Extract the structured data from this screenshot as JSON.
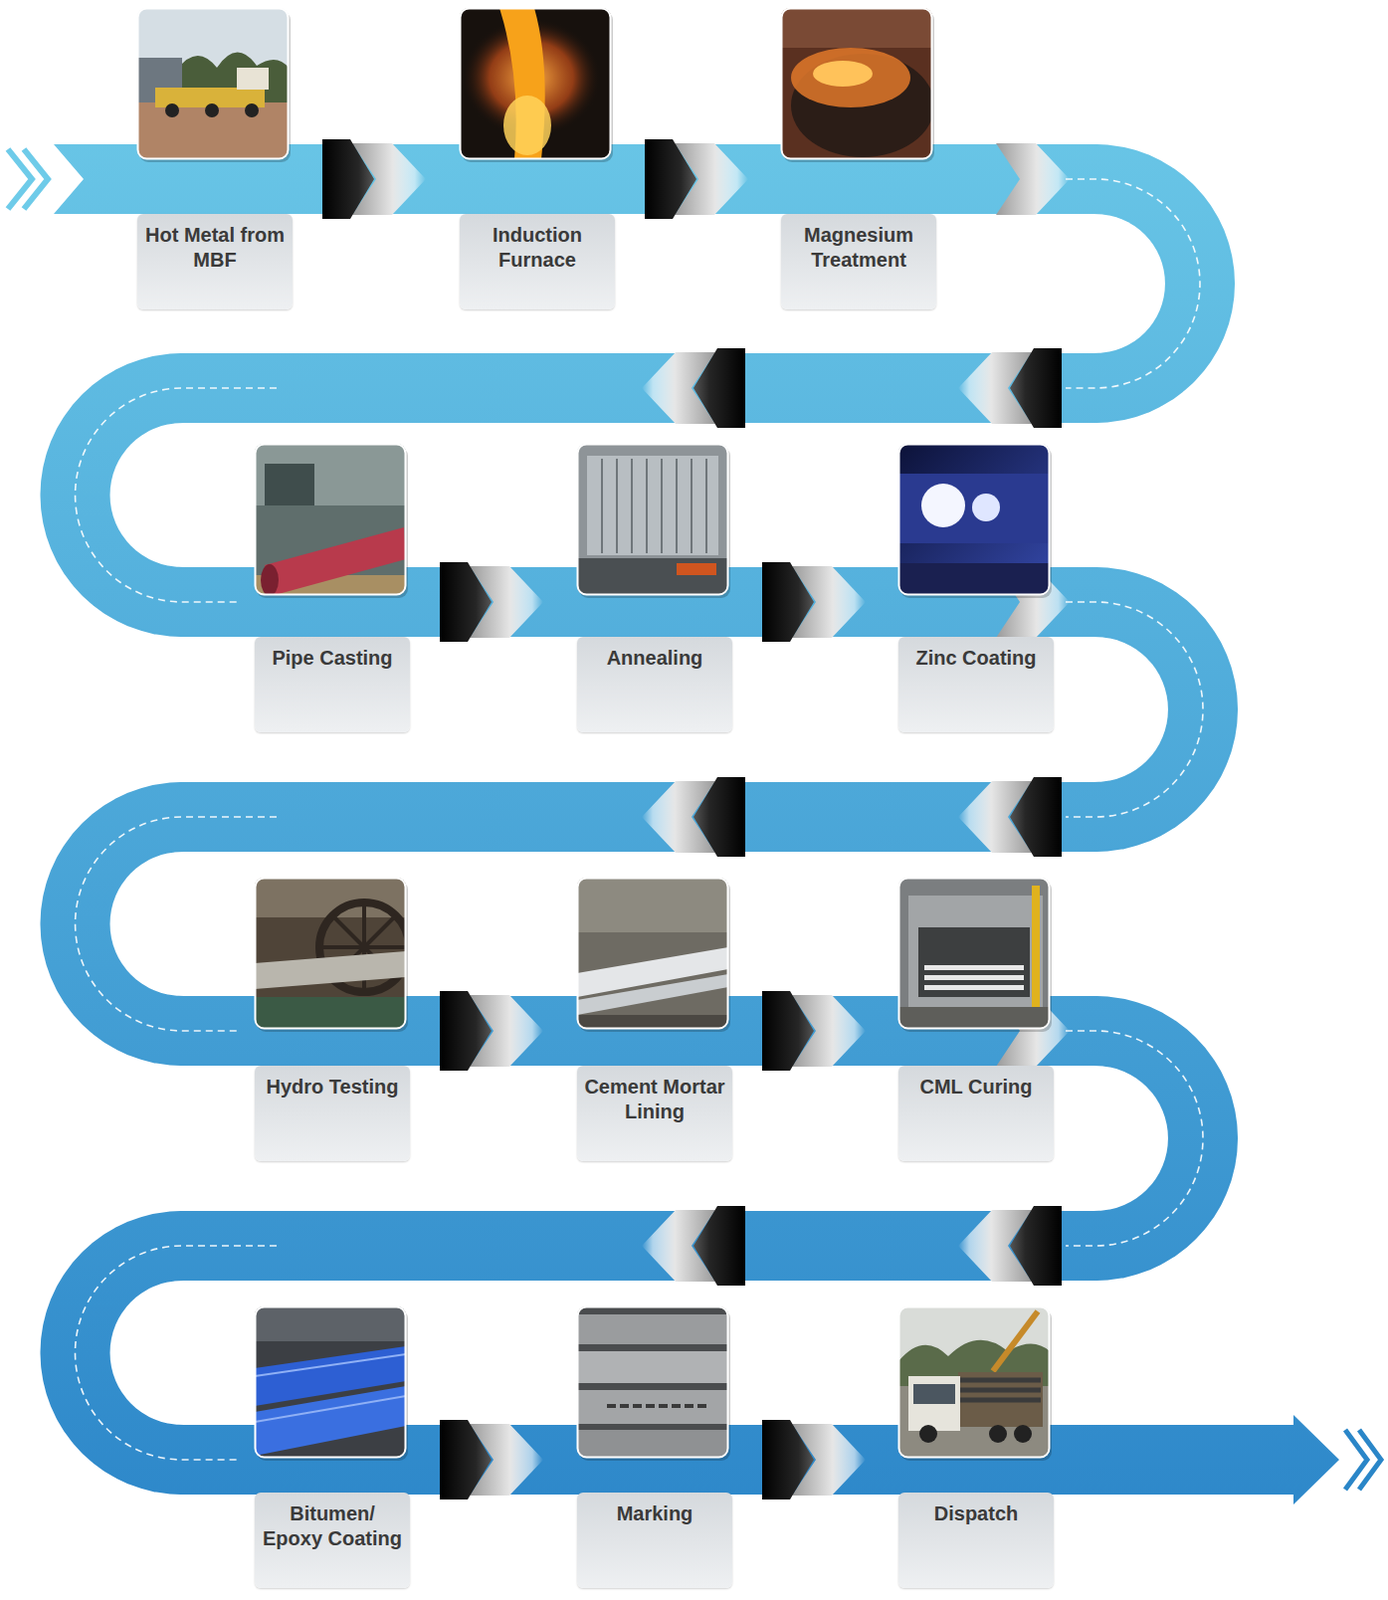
{
  "diagram": {
    "nodes": [
      {
        "text": [
          "Hot Metal from MBF"
        ]
      },
      {
        "text": [
          "Induction Furnace"
        ]
      },
      {
        "text": [
          "Magnesium Treatment"
        ]
      },
      {
        "text": [
          "Pipe Casting"
        ]
      },
      {
        "text": [
          "Annealing"
        ]
      },
      {
        "text": [
          "Zinc Coating"
        ]
      },
      {
        "text": [
          "Hydro Testing"
        ]
      },
      {
        "text": [
          "Cement Mortar Lining"
        ]
      },
      {
        "text": [
          "CML Curing"
        ]
      },
      {
        "text": [
          "Bitumen/ Epoxy Coating"
        ]
      },
      {
        "text": [
          "Marking"
        ]
      },
      {
        "text": [
          "Dispatch"
        ]
      }
    ],
    "edges": [
      {
        "from": 0,
        "to": 1,
        "arrow": "to"
      },
      {
        "from": 1,
        "to": 2,
        "arrow": "to"
      },
      {
        "from": 2,
        "to": 3,
        "arrow": "to"
      },
      {
        "from": 3,
        "to": 4,
        "arrow": "to"
      },
      {
        "from": 4,
        "to": 5,
        "arrow": "to"
      },
      {
        "from": 5,
        "to": 6,
        "arrow": "to"
      },
      {
        "from": 6,
        "to": 7,
        "arrow": "to"
      },
      {
        "from": 7,
        "to": 8,
        "arrow": "to"
      },
      {
        "from": 8,
        "to": 9,
        "arrow": "to"
      },
      {
        "from": 9,
        "to": 10,
        "arrow": "to"
      },
      {
        "from": 10,
        "to": 11,
        "arrow": "to"
      }
    ]
  }
}
